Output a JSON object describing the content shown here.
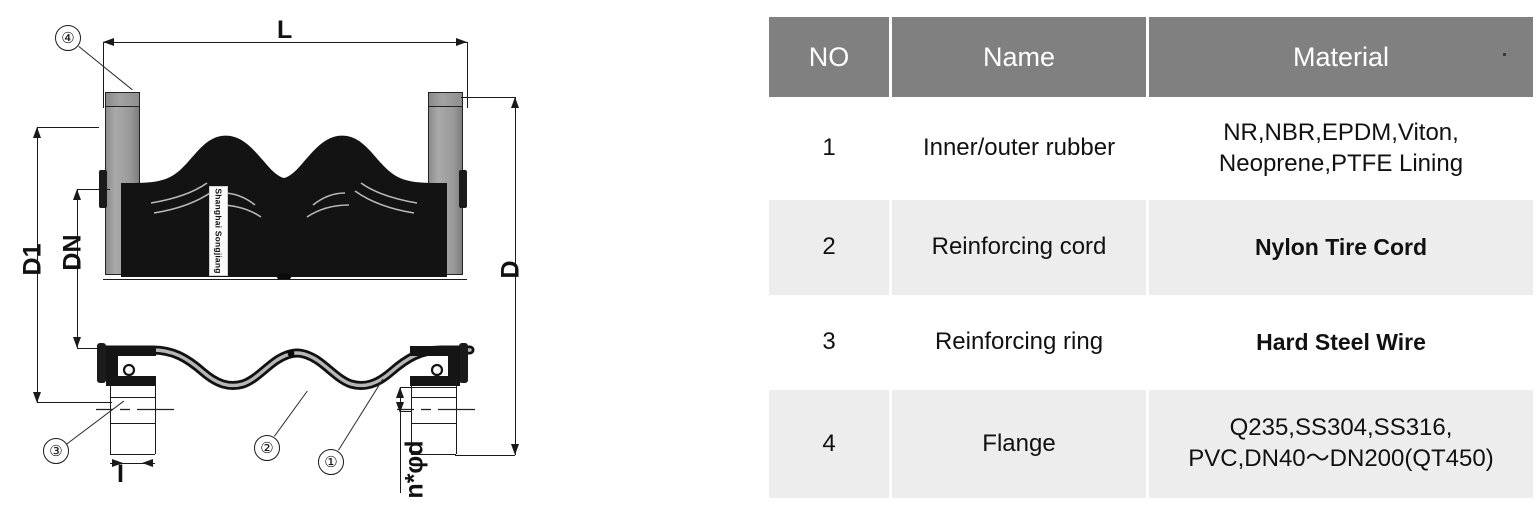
{
  "drawing": {
    "title": "rubber-expansion-joint-drawing",
    "brand_label": "Shanghai Songjiang",
    "dimensions": {
      "length": "L",
      "outer_diameter": "D",
      "flange_diameter": "D1",
      "nominal_diameter": "DN",
      "bolt_holes": "n*φd",
      "thickness_marker": "I"
    },
    "callouts": [
      {
        "id": "1",
        "glyph": "①",
        "refers_to": "Inner/outer rubber"
      },
      {
        "id": "2",
        "glyph": "②",
        "refers_to": "Reinforcing cord"
      },
      {
        "id": "3",
        "glyph": "③",
        "refers_to": "Reinforcing ring"
      },
      {
        "id": "4",
        "glyph": "④",
        "refers_to": "Flange"
      }
    ],
    "colors": {
      "flange": "#9a9a9a",
      "rubber": "#131313",
      "line": "#1a1a1a",
      "gasket": "#1b1b1b"
    }
  },
  "table": {
    "name": "material-parts-table",
    "header_bg": "#808080",
    "header_fg": "#ffffff",
    "row_alt_bg": "#ededed",
    "columns": [
      "NO",
      "Name",
      "Material"
    ],
    "rows": [
      {
        "no": "1",
        "name": "Inner/outer rubber",
        "material_lines": [
          "NR,NBR,EPDM,Viton,",
          "Neoprene,PTFE Lining"
        ],
        "bold": false
      },
      {
        "no": "2",
        "name": "Reinforcing cord",
        "material_lines": [
          "Nylon Tire Cord"
        ],
        "bold": true
      },
      {
        "no": "3",
        "name": "Reinforcing ring",
        "material_lines": [
          "Hard Steel Wire"
        ],
        "bold": true
      },
      {
        "no": "4",
        "name": "Flange",
        "material_lines": [
          "Q235,SS304,SS316,",
          "PVC,DN40～DN200(QT450)"
        ],
        "bold": false
      }
    ]
  }
}
